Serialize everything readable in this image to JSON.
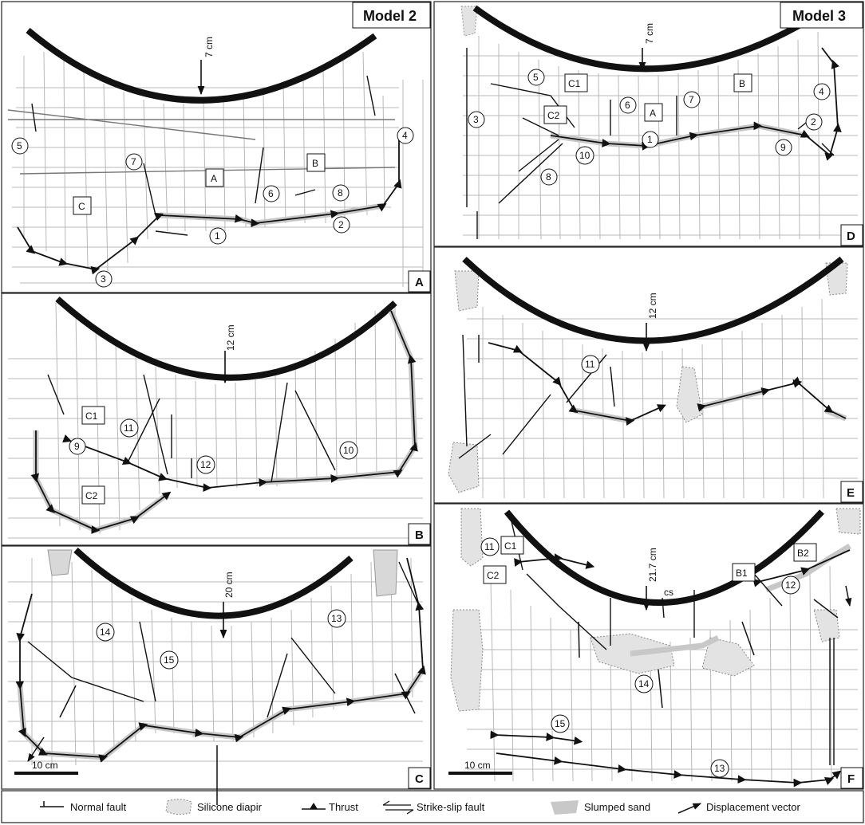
{
  "models": {
    "left": "Model 2",
    "right": "Model 3"
  },
  "panels": [
    {
      "letter": "A",
      "shortening": "7 cm",
      "blocks": [
        "A",
        "B",
        "C"
      ],
      "markers": [
        "1",
        "2",
        "3",
        "4",
        "5",
        "6",
        "7",
        "8"
      ]
    },
    {
      "letter": "B",
      "shortening": "12 cm",
      "blocks": [
        "C1",
        "C2"
      ],
      "markers": [
        "9",
        "10",
        "11",
        "12"
      ]
    },
    {
      "letter": "C",
      "shortening": "20 cm",
      "scale": "10 cm",
      "markers": [
        "13",
        "14",
        "15"
      ]
    },
    {
      "letter": "D",
      "shortening": "7 cm",
      "blocks": [
        "C1",
        "C2",
        "A",
        "B"
      ],
      "markers": [
        "1",
        "2",
        "3",
        "4",
        "5",
        "6",
        "7",
        "8",
        "9",
        "10"
      ]
    },
    {
      "letter": "E",
      "shortening": "12 cm",
      "markers": [
        "11"
      ]
    },
    {
      "letter": "F",
      "shortening": "21.7 cm",
      "scale": "10 cm",
      "blocks": [
        "C1",
        "C2",
        "B1",
        "B2"
      ],
      "markers": [
        "11",
        "12",
        "13",
        "14",
        "15"
      ],
      "annotation": "cs"
    }
  ],
  "legend": [
    {
      "key": "normal-fault",
      "label": "Normal fault"
    },
    {
      "key": "silicone-diapir",
      "label": "Silicone diapir"
    },
    {
      "key": "thrust",
      "label": "Thrust"
    },
    {
      "key": "strike-slip-fault",
      "label": "Strike-slip fault"
    },
    {
      "key": "slumped-sand",
      "label": "Slumped sand"
    },
    {
      "key": "displacement-vector",
      "label": "Displacement vector"
    }
  ],
  "colors": {
    "indenter": "#111111",
    "grid": "#b8b8b8",
    "sand": "#c8c8c8",
    "fault": "#111111",
    "diapir_fill": "#e3e3e3"
  }
}
